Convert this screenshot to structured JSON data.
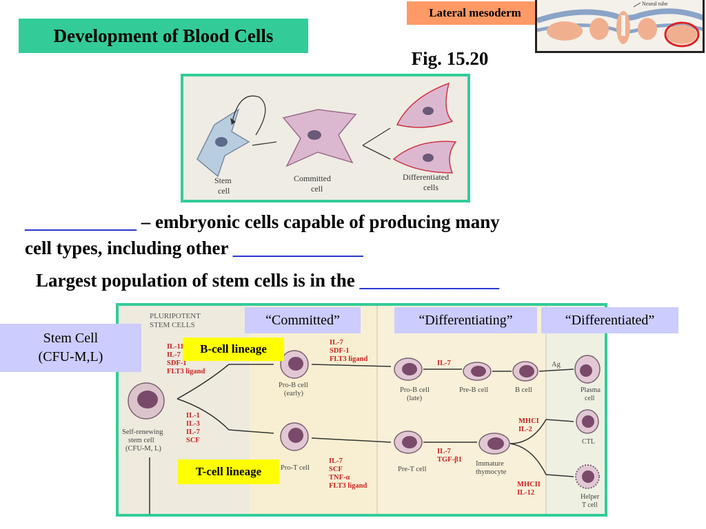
{
  "title": "Development of Blood Cells",
  "lateral_mesoderm_label": "Lateral mesoderm",
  "inset_label": "Neural tube",
  "fig_label": "Fig. 15.20",
  "top_figure": {
    "stem": [
      "Stem",
      "cell"
    ],
    "committed": [
      "Committed",
      "cell"
    ],
    "differentiated": [
      "Differentiated",
      "cells"
    ]
  },
  "sentence1": {
    "blank1": "____________",
    "text1": " – embryonic cells capable of producing many",
    "text2": "cell types, including other ",
    "blank2": "______________"
  },
  "sentence2": {
    "text": "Largest population of stem cells is in the ",
    "blank": "_______________"
  },
  "stem_cell_box": [
    "Stem Cell",
    "(CFU-M,L)"
  ],
  "stage_labels": {
    "committed": "“Committed”",
    "differentiating": "“Differentiating”",
    "differentiated": "“Differentiated”"
  },
  "lineage_labels": {
    "b": "B-cell lineage",
    "t": "T-cell lineage"
  },
  "diagram": {
    "header": [
      "PLURIPOTENT",
      "STEM CELLS"
    ],
    "stem_label": [
      "Self-renewing",
      "stem cell",
      "(CFU-M, L)"
    ],
    "b_factors_1": [
      "IL-11",
      "IL-7",
      "SDF-1",
      "FLT3 ligand"
    ],
    "t_factors_1": [
      "IL-1",
      "IL-3",
      "IL-7",
      "SCF"
    ],
    "b_factors_2": [
      "IL-7",
      "SDF-1",
      "FLT3 ligand"
    ],
    "t_factors_2": [
      "IL-7",
      "SCF",
      "TNF-α",
      "FLT3 ligand"
    ],
    "b_il7": "IL-7",
    "t_factors_3": [
      "IL-7",
      "TGF-β1"
    ],
    "ag": "Ag",
    "mhci": [
      "MHCI",
      "IL-2"
    ],
    "mhcii": [
      "MHCII",
      "IL-12"
    ],
    "pro_b_early": [
      "Pro-B cell",
      "(early)"
    ],
    "pro_t": "Pro-T cell",
    "pro_b_late": [
      "Pro-B cell",
      "(late)"
    ],
    "pre_b": "Pre-B cell",
    "b_cell": "B cell",
    "plasma": [
      "Plasma",
      "cell"
    ],
    "pre_t": "Pre-T cell",
    "immature": [
      "Immature",
      "thymocyte"
    ],
    "ctl": "CTL",
    "helper": [
      "Helper",
      "T cell"
    ]
  },
  "colors": {
    "title_bg": "#33cc99",
    "lateral_bg": "#ff9966",
    "stage_bg": "#ccccff",
    "lineage_bg": "#ffff00",
    "blank": "#2233cc",
    "factor_red": "#cc2222"
  }
}
